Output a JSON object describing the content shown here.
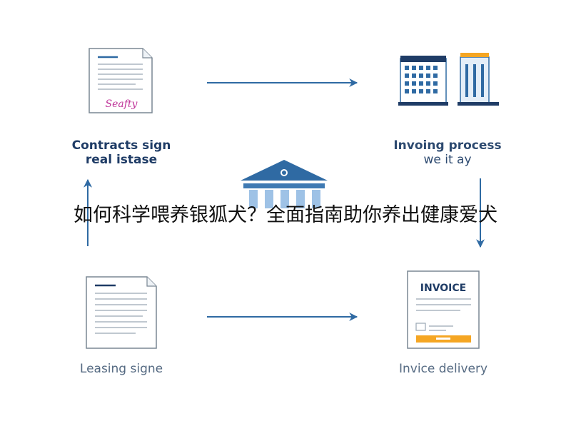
{
  "nodes": {
    "top_left": {
      "line1": "Contracts sign",
      "line2": "real istase",
      "signature": "Seafty"
    },
    "top_right": {
      "line1": "Invoing process",
      "line2": "we it ay"
    },
    "bottom_left": {
      "line1": "Leasing signe"
    },
    "bottom_right": {
      "line1": "Invice delivery",
      "invoice_title": "INVOICE"
    }
  },
  "overlay_caption": "如何科学喂养银狐犬？全面指南助你养出健康爱犬",
  "colors": {
    "primary": "#2f6aa3",
    "dark_navy": "#1f3c66",
    "light_blue": "#9ec2e6",
    "accent_orange": "#f5a623",
    "signature_magenta": "#c0359a"
  }
}
